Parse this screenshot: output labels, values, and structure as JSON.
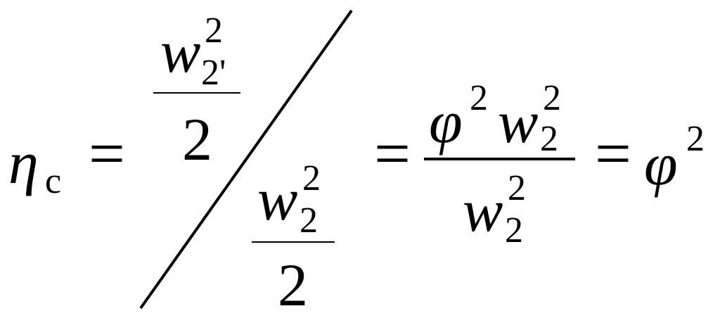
{
  "equation": {
    "lhs_symbol": "η",
    "lhs_subscript": "c",
    "equals": "=",
    "w_base": "w",
    "exp_two": "2",
    "sub_two_prime": "2'",
    "sub_two": "2",
    "denominator_two": "2",
    "phi": "φ"
  }
}
